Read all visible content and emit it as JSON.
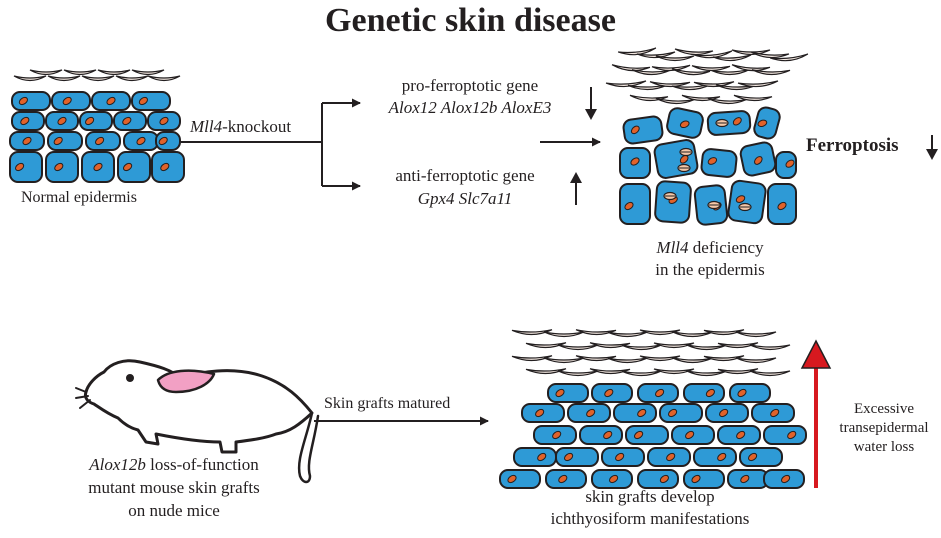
{
  "title": "Genetic skin disease",
  "top": {
    "normal_caption": "Normal epidermis",
    "knockout_gene": "Mll4",
    "knockout_suffix": "-knockout",
    "pro_label": "pro-ferroptotic gene",
    "pro_genes": "Alox12 Alox12b AloxE3",
    "pro_arrow": "↓",
    "anti_label": "anti-ferroptotic gene",
    "anti_genes": "Gpx4 Slc7a11",
    "anti_arrow": "↑",
    "deficiency_gene": "Mll4",
    "deficiency_suffix": " deficiency",
    "deficiency_line2": "in the epidermis",
    "ferroptosis": "Ferroptosis",
    "ferroptosis_arrow": "↓"
  },
  "bottom": {
    "mouse_gene": "Alox12b",
    "mouse_line1_suffix": " loss-of-function",
    "mouse_line2": "mutant mouse skin grafts",
    "mouse_line3": "on nude mice",
    "arrow_label": "Skin grafts matured",
    "graft_line1": "skin grafts develop",
    "graft_line2": "ichthyosiform manifestations",
    "tewl_line1": "Excessive",
    "tewl_line2": "transepidermal",
    "tewl_line3": "water loss"
  },
  "colors": {
    "cell_fill": "#2e9ad6",
    "nucleus": "#e0622a",
    "scale_fill": "#f4e9e2",
    "tewl_arrow": "#d7191f",
    "ink": "#231f20"
  }
}
